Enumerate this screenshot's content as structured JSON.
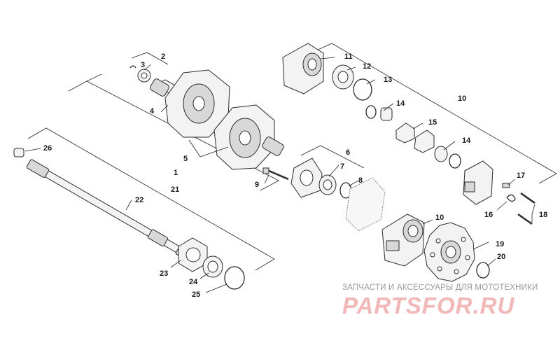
{
  "diagram": {
    "callouts": {
      "c1": "1",
      "c2": "2",
      "c3": "3",
      "c4": "4",
      "c5": "5",
      "c6": "6",
      "c7": "7",
      "c8": "8",
      "c9": "9",
      "c10a": "10",
      "c10b": "10",
      "c11": "11",
      "c12": "12",
      "c13": "13",
      "c14a": "14",
      "c14b": "14",
      "c15": "15",
      "c16": "16",
      "c17": "17",
      "c18": "18",
      "c19": "19",
      "c20": "20",
      "c21": "21",
      "c22": "22",
      "c23": "23",
      "c24": "24",
      "c25": "25",
      "c26": "26"
    }
  },
  "watermark": {
    "subtitle": "ЗАПЧАСТИ И АКСЕССУАРЫ ДЛЯ МОТОТЕХНИКИ",
    "logo": "PARTSFOR.RU"
  }
}
